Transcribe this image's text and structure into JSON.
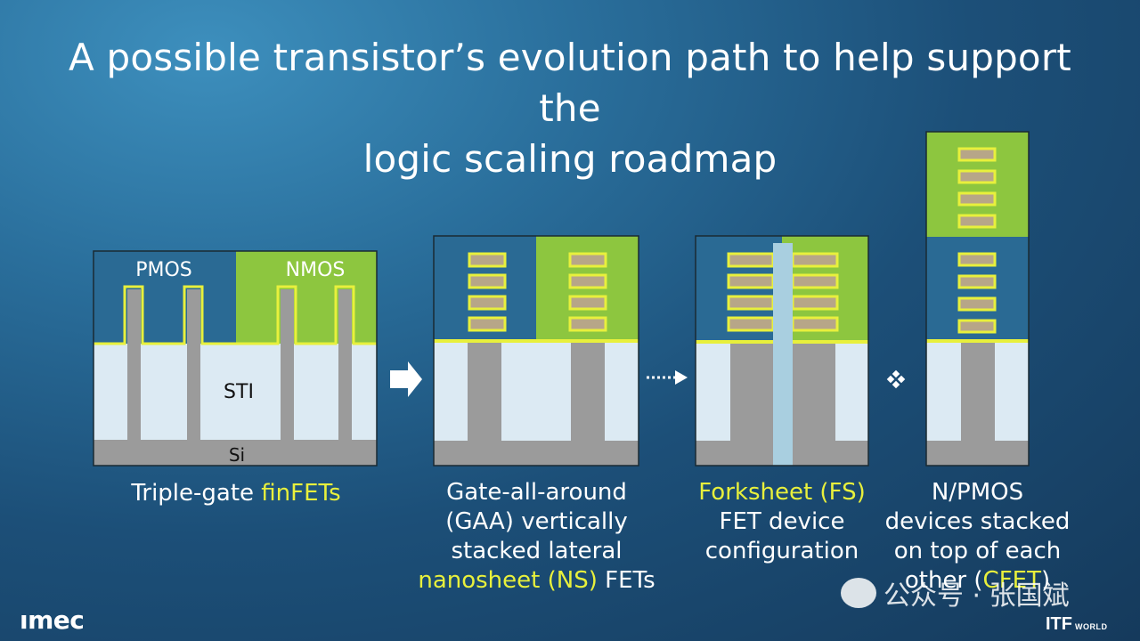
{
  "slide": {
    "title_line1": "A possible transistor’s evolution path to help support the",
    "title_line2": "logic scaling roadmap"
  },
  "finfet": {
    "pmos_label": "PMOS",
    "nmos_label": "NMOS",
    "sti_label": "STI",
    "si_label": "Si",
    "caption_plain": "Triple-gate ",
    "caption_highlight": "finFETs"
  },
  "gaa": {
    "caption_line1": "Gate-all-around",
    "caption_line2": "(GAA) vertically",
    "caption_line3": "stacked lateral",
    "caption_highlight": "nanosheet (NS)",
    "caption_tail": " FETs"
  },
  "forksheet": {
    "caption_highlight": "Forksheet (FS)",
    "caption_line2": "FET device",
    "caption_line3": "configuration"
  },
  "cfet": {
    "caption_line1": "N/PMOS",
    "caption_line2": "devices stacked",
    "caption_line3": "on top of each",
    "caption_pre": "other (",
    "caption_highlight": "CFET",
    "caption_post": ")"
  },
  "logos": {
    "imec": "ımec",
    "itf": "ITF",
    "itf_sub": "WORLD",
    "watermark": "公众号 · 张国斌"
  },
  "colors": {
    "pmos_fill": "#2a6a94",
    "nmos_fill": "#8dc63f",
    "sti_fill": "#dceaf3",
    "si_fill": "#9b9b9b",
    "highlight": "#e8f03c",
    "sheet_fill": "#b7a688"
  },
  "icons": [
    "right-arrow-icon",
    "dotted-arrow-icon",
    "diamond-dots-icon",
    "wechat-icon"
  ]
}
